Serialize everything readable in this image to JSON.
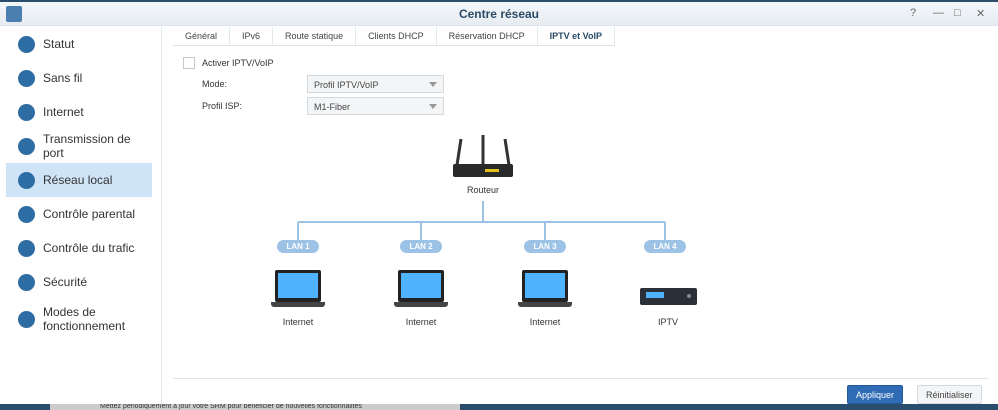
{
  "window": {
    "title": "Centre réseau",
    "controls": [
      "?",
      "—",
      "□",
      "✕"
    ]
  },
  "sidebar": {
    "items": [
      {
        "label": "Statut",
        "icon": "gauge-icon"
      },
      {
        "label": "Sans fil",
        "icon": "wifi-icon"
      },
      {
        "label": "Internet",
        "icon": "globe-icon"
      },
      {
        "label": "Transmission de port",
        "icon": "arrow-icon"
      },
      {
        "label": "Réseau local",
        "icon": "home-network-icon",
        "active": true
      },
      {
        "label": "Contrôle parental",
        "icon": "family-icon"
      },
      {
        "label": "Contrôle du trafic",
        "icon": "sliders-icon"
      },
      {
        "label": "Sécurité",
        "icon": "shield-icon"
      },
      {
        "label": "Modes de fonctionnement",
        "icon": "router-mode-icon"
      }
    ]
  },
  "tabs": [
    "Général",
    "IPv6",
    "Route statique",
    "Clients DHCP",
    "Réservation DHCP",
    "IPTV et VoIP"
  ],
  "form": {
    "enable_label": "Activer IPTV/VoIP",
    "enabled": false,
    "mode_label": "Mode:",
    "mode_value": "Profil IPTV/VoIP",
    "isp_label": "Profil ISP:",
    "isp_value": "M1-Fiber"
  },
  "diagram": {
    "router": "Routeur",
    "ports": [
      {
        "lan": "LAN 1",
        "device": "Internet"
      },
      {
        "lan": "LAN 2",
        "device": "Internet"
      },
      {
        "lan": "LAN 3",
        "device": "Internet"
      },
      {
        "lan": "LAN 4",
        "device": "IPTV"
      }
    ]
  },
  "buttons": {
    "apply": "Appliquer",
    "reset": "Réinitialiser"
  },
  "notice": "Mettez périodiquement à jour votre SRM pour bénéficier de nouvelles fonctionnalités"
}
